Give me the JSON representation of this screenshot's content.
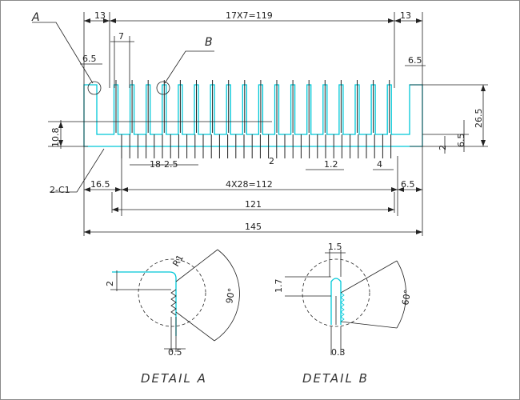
{
  "dims": {
    "top_left": "13",
    "top_mid": "17X7=119",
    "top_right": "13",
    "fin_pitch": "7",
    "left_small": "6.5",
    "right_small": "6.5",
    "h_overall": "26.5",
    "h_base": "10.8",
    "base_thk": "2",
    "right_65": "6.5",
    "pins": "18-2.5",
    "mid_2": "2",
    "pin_12": "1.2",
    "pin_4": "4",
    "chamfer": "2-C1",
    "bl_165": "16.5",
    "bm_112": "4X28=112",
    "br_65": "6.5",
    "b_121": "121",
    "b_145": "145",
    "da_2": "2",
    "da_r1": "R1",
    "da_90": "90°",
    "da_05": "0.5",
    "db_15": "1.5",
    "db_17": "1.7",
    "db_60": "60°",
    "db_03": "0.3"
  },
  "labels": {
    "a": "A",
    "b": "B"
  },
  "captions": {
    "detail_a": "DETAIL  A",
    "detail_b": "DETAIL  B"
  },
  "colors": {
    "profile": "#00c8d8",
    "dim": "#222222",
    "frame": "#8a8a8a"
  }
}
